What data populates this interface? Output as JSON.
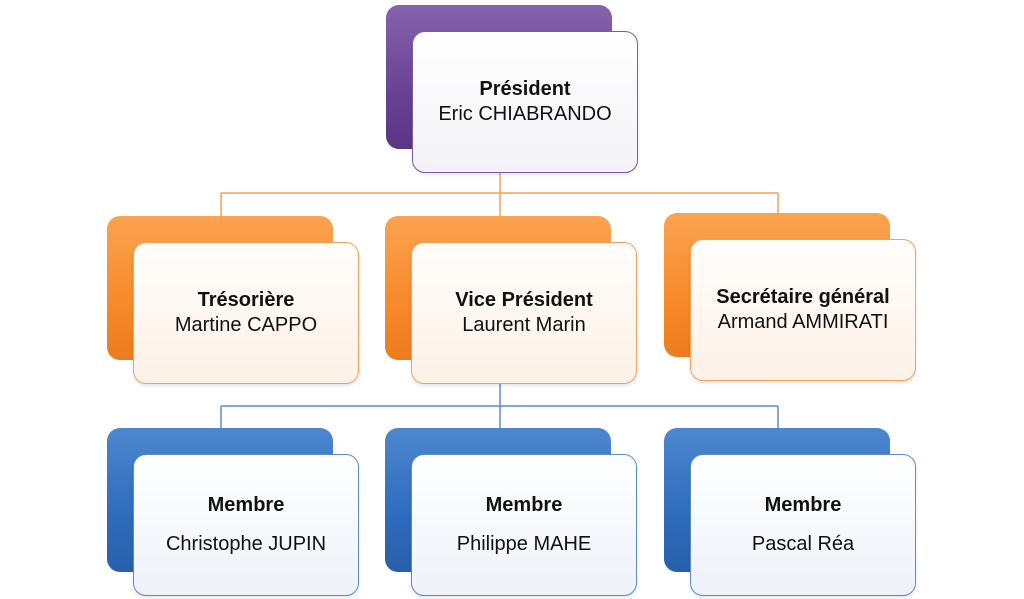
{
  "orgchart": {
    "president": {
      "role": "Président",
      "name": "Eric CHIABRANDO"
    },
    "tresoriere": {
      "role": "Trésorière",
      "name": "Martine CAPPO"
    },
    "vice_president": {
      "role": "Vice Président",
      "name": "Laurent Marin"
    },
    "secretaire": {
      "role": "Secrétaire général",
      "name": "Armand AMMIRATI"
    },
    "members": [
      {
        "role": "Membre",
        "name": "Christophe JUPIN"
      },
      {
        "role": "Membre",
        "name": "Philippe MAHE"
      },
      {
        "role": "Membre",
        "name": "Pascal Réa"
      }
    ]
  },
  "colors": {
    "president": "#7e5ba8",
    "officers": "#f78a2a",
    "members": "#2f6cbc",
    "connector_orange": "#f6a15a",
    "connector_blue": "#5d8cc8"
  }
}
